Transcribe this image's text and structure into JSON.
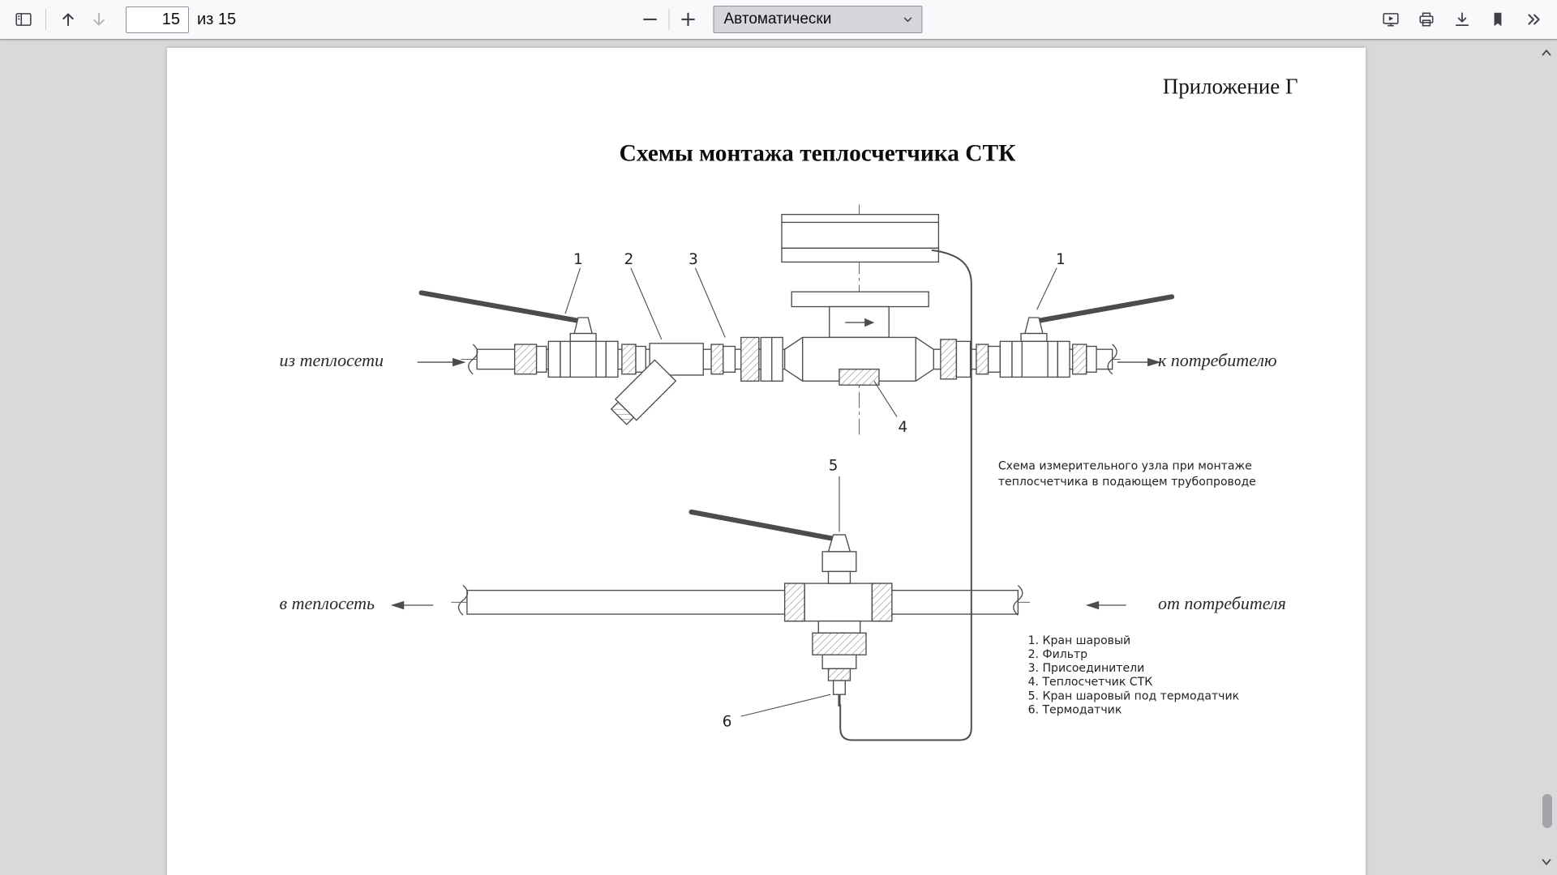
{
  "toolbar": {
    "page_input_value": "15",
    "page_count": "из 15",
    "zoom_out_label": "−",
    "zoom_in_label": "+",
    "zoom_value": "Автоматически"
  },
  "document": {
    "appendix": "Приложение Г",
    "title": "Схемы монтажа теплосчетчика СТК"
  },
  "diagram": {
    "supply": {
      "from_label": "из теплосети",
      "to_label": "к потребителю"
    },
    "return": {
      "to_label": "в теплосеть",
      "from_label": "от потребителя"
    },
    "note_line1": "Схема измерительного узла при монтаже",
    "note_line2": "теплосчетчика в подающем трубопроводе",
    "callouts": {
      "valve_left": "1",
      "filter": "2",
      "connector": "3",
      "valve_right": "1",
      "meter": "4",
      "thermo_valve": "5",
      "thermo_sensor": "6"
    },
    "legend": {
      "items": [
        "1. Кран шаровый",
        "2. Фильтр",
        "3. Присоединители",
        "4. Теплосчетчик СТК",
        "5. Кран шаровый под термодатчик",
        "6. Термодатчик"
      ]
    }
  },
  "icons": {
    "sidebar_toggle": "sidebar-toggle-icon",
    "previous_page": "arrow-up-icon",
    "next_page": "arrow-down-icon",
    "zoom_dropdown": "chevron-down-icon",
    "presentation": "presentation-mode-icon",
    "print": "printer-icon",
    "download": "download-icon",
    "bookmark": "bookmark-icon",
    "more_tools": "double-chevron-right-icon",
    "scroll_up": "chevron-up-icon",
    "scroll_down": "chevron-down-icon"
  }
}
